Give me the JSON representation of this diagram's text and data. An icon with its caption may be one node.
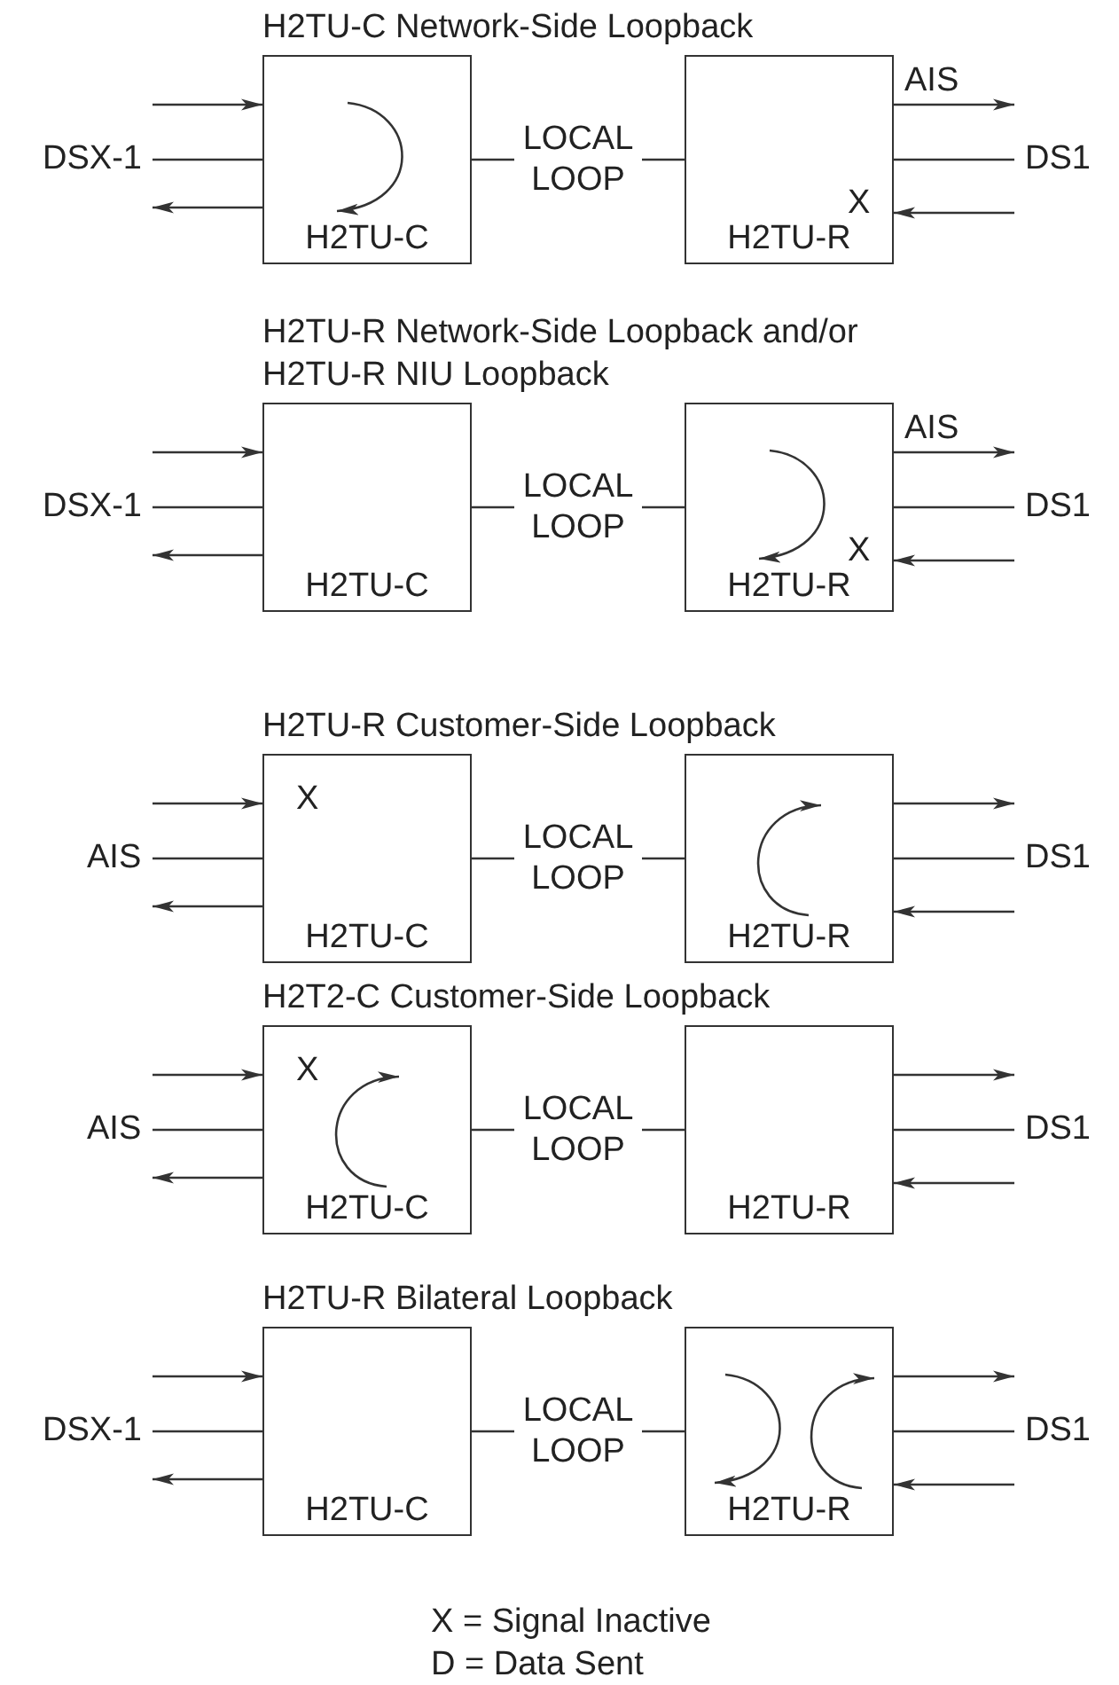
{
  "diagram": {
    "nodes": [
      {
        "text": [
          "DSX-1"
        ]
      },
      {
        "text": [
          "H2TU-C"
        ]
      },
      {
        "text": [
          "X",
          "H2TU-R"
        ]
      },
      {
        "text": [
          "DS1"
        ]
      },
      {
        "text": [
          "DSX-1"
        ]
      },
      {
        "text": [
          "H2TU-C"
        ]
      },
      {
        "text": [
          "X",
          "H2TU-R"
        ]
      },
      {
        "text": [
          "DS1"
        ]
      },
      {
        "text": [
          "AIS"
        ]
      },
      {
        "text": [
          "X",
          "H2TU-C"
        ]
      },
      {
        "text": [
          "H2TU-R"
        ]
      },
      {
        "text": [
          "DS1"
        ]
      },
      {
        "text": [
          "AIS"
        ]
      },
      {
        "text": [
          "X",
          "H2TU-C"
        ]
      },
      {
        "text": [
          "H2TU-R"
        ]
      },
      {
        "text": [
          "DS1"
        ]
      },
      {
        "text": [
          "DSX-1"
        ]
      },
      {
        "text": [
          "H2TU-C"
        ]
      },
      {
        "text": [
          "H2TU-R"
        ]
      },
      {
        "text": [
          "DS1"
        ]
      }
    ],
    "edges": [
      {
        "from": 0,
        "to": 1,
        "arrow": "to"
      },
      {
        "from": 0,
        "to": 1,
        "arrow": "none"
      },
      {
        "from": 1,
        "to": 0,
        "arrow": "to"
      },
      {
        "from": 1,
        "to": 2,
        "arrow": "none",
        "label": "LOCAL LOOP"
      },
      {
        "from": 2,
        "to": 3,
        "arrow": "to",
        "label": "AIS"
      },
      {
        "from": 2,
        "to": 3,
        "arrow": "none"
      },
      {
        "from": 3,
        "to": 2,
        "arrow": "to"
      },
      {
        "from": 4,
        "to": 5,
        "arrow": "to"
      },
      {
        "from": 4,
        "to": 5,
        "arrow": "none"
      },
      {
        "from": 5,
        "to": 4,
        "arrow": "to"
      },
      {
        "from": 5,
        "to": 6,
        "arrow": "none",
        "label": "LOCAL LOOP"
      },
      {
        "from": 6,
        "to": 7,
        "arrow": "to",
        "label": "AIS"
      },
      {
        "from": 6,
        "to": 7,
        "arrow": "none"
      },
      {
        "from": 7,
        "to": 6,
        "arrow": "to"
      },
      {
        "from": 8,
        "to": 9,
        "arrow": "to"
      },
      {
        "from": 8,
        "to": 9,
        "arrow": "none"
      },
      {
        "from": 9,
        "to": 8,
        "arrow": "to"
      },
      {
        "from": 9,
        "to": 10,
        "arrow": "none",
        "label": "LOCAL LOOP"
      },
      {
        "from": 10,
        "to": 11,
        "arrow": "to"
      },
      {
        "from": 10,
        "to": 11,
        "arrow": "none"
      },
      {
        "from": 11,
        "to": 10,
        "arrow": "to"
      },
      {
        "from": 12,
        "to": 13,
        "arrow": "to"
      },
      {
        "from": 12,
        "to": 13,
        "arrow": "none"
      },
      {
        "from": 13,
        "to": 12,
        "arrow": "to"
      },
      {
        "from": 13,
        "to": 14,
        "arrow": "none",
        "label": "LOCAL LOOP"
      },
      {
        "from": 14,
        "to": 15,
        "arrow": "to"
      },
      {
        "from": 14,
        "to": 15,
        "arrow": "none"
      },
      {
        "from": 15,
        "to": 14,
        "arrow": "to"
      },
      {
        "from": 16,
        "to": 17,
        "arrow": "to"
      },
      {
        "from": 16,
        "to": 17,
        "arrow": "none"
      },
      {
        "from": 17,
        "to": 16,
        "arrow": "to"
      },
      {
        "from": 17,
        "to": 18,
        "arrow": "none",
        "label": "LOCAL LOOP"
      },
      {
        "from": 18,
        "to": 19,
        "arrow": "to"
      },
      {
        "from": 18,
        "to": 19,
        "arrow": "none"
      },
      {
        "from": 19,
        "to": 18,
        "arrow": "to"
      }
    ],
    "labels": [
      "H2TU-C Network-Side Loopback",
      "H2TU-R Network-Side Loopback and/or H2TU-R NIU Loopback",
      "H2TU-R Customer-Side Loopback",
      "H2T2-C Customer-Side Loopback",
      "H2TU-R Bilateral Loopback",
      "X = Signal Inactive",
      "D = Data Sent"
    ]
  }
}
